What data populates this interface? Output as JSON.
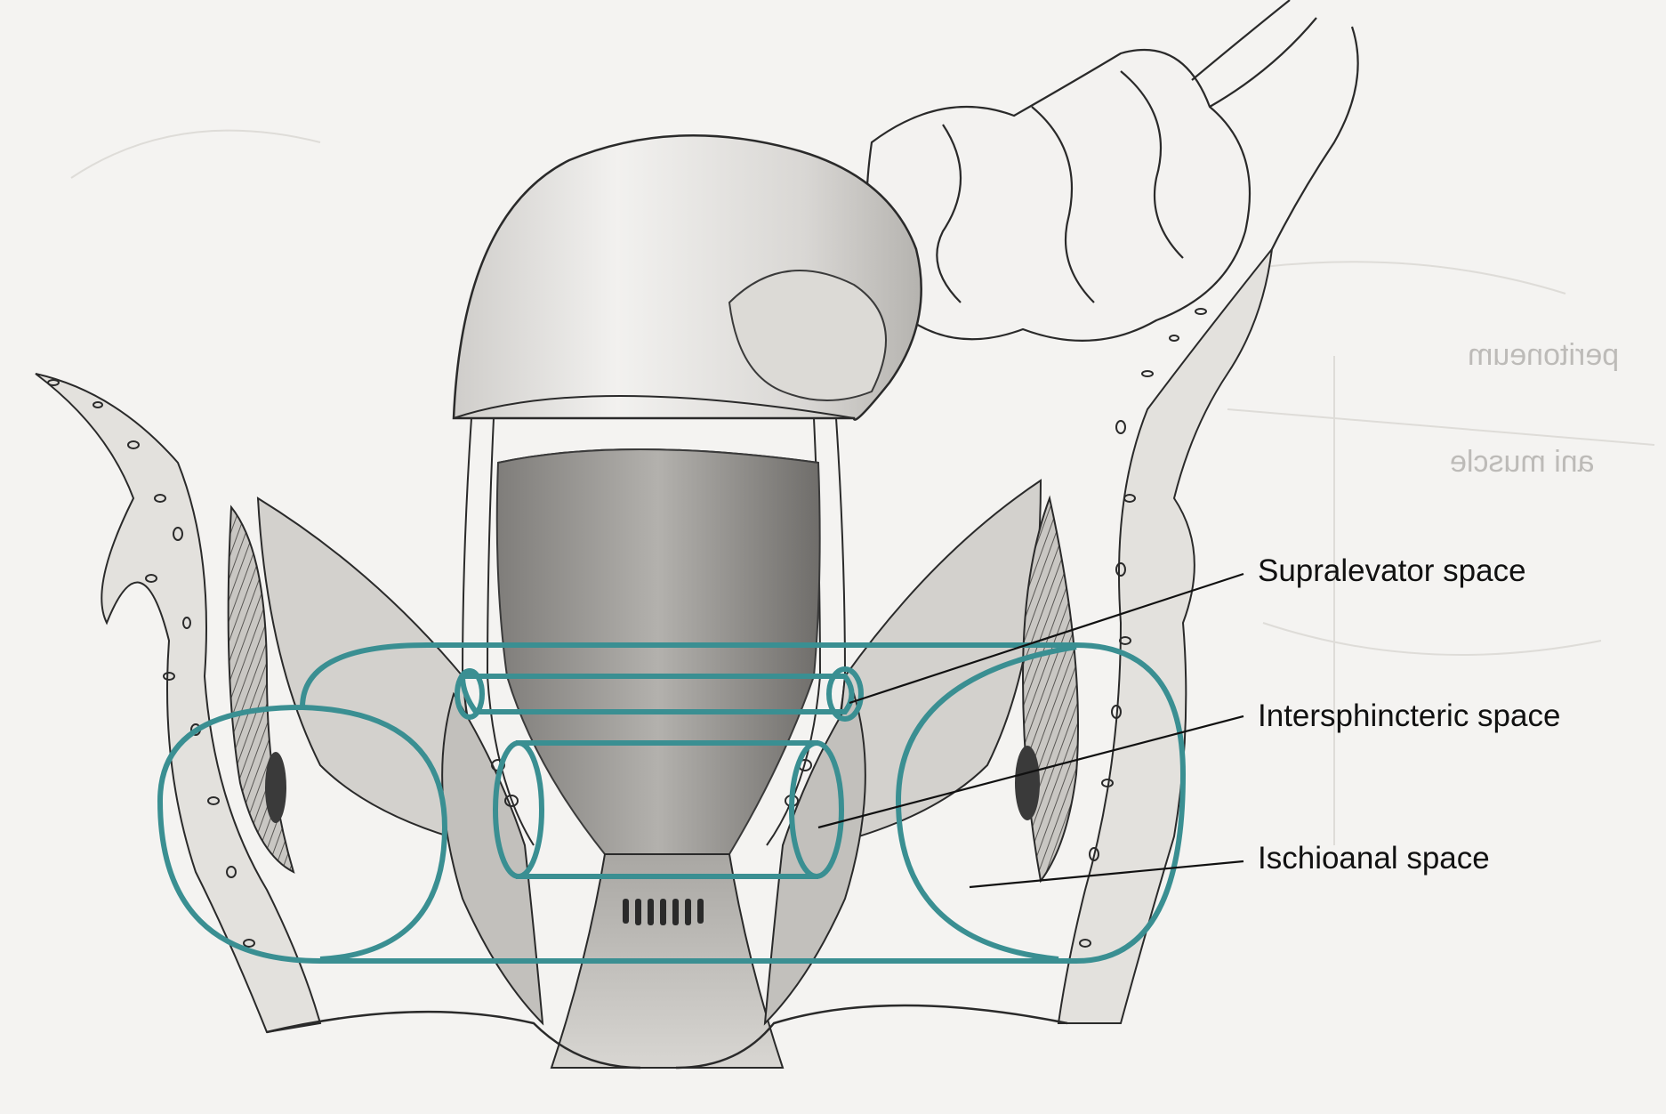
{
  "labels": {
    "supralevator": "Supralevator space",
    "intersphincteric": "Intersphincteric space",
    "ischioanal": "Ischioanal space"
  },
  "colors": {
    "space_outline": "#3a8f92",
    "ink": "#1a1a1a",
    "background": "#f4f3f1",
    "muscle_shade": "#b9b7b3",
    "lumen_shade": "#8c8a87"
  }
}
